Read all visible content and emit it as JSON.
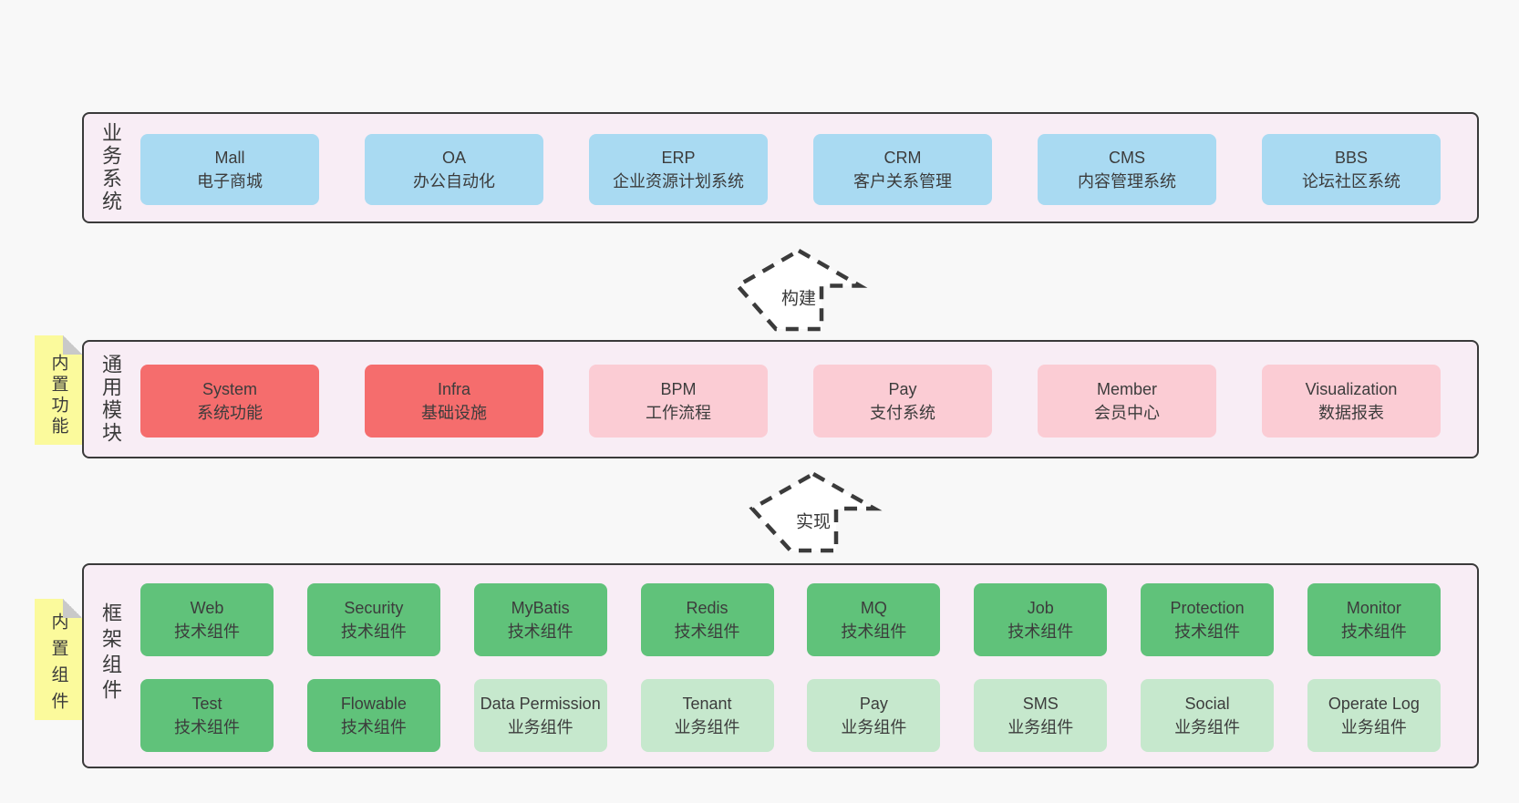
{
  "colors": {
    "page_bg": "#f8f8f8",
    "panel_bg": "#f8edf5",
    "panel_border": "#3a3a3a",
    "business_box": "#a9daf2",
    "core_module_box": "#f56d6d",
    "optional_module_box": "#fbccd4",
    "tech_component_box": "#60c27a",
    "biz_component_box": "#c6e8cd",
    "sticky_note": "#fbfa9c",
    "note_fold": "#c9c9c9",
    "arrow_stroke": "#3b3b3b"
  },
  "sections": {
    "business": {
      "label": "业务系统",
      "boxes": [
        {
          "name": "Mall",
          "desc": "电子商城"
        },
        {
          "name": "OA",
          "desc": "办公自动化"
        },
        {
          "name": "ERP",
          "desc": "企业资源计划系统"
        },
        {
          "name": "CRM",
          "desc": "客户关系管理"
        },
        {
          "name": "CMS",
          "desc": "内容管理系统"
        },
        {
          "name": "BBS",
          "desc": "论坛社区系统"
        }
      ]
    },
    "build_arrow": {
      "label": "构建"
    },
    "modules": {
      "tab": "内置功能",
      "label": "通用模块",
      "boxes": [
        {
          "name": "System",
          "desc": "系统功能"
        },
        {
          "name": "Infra",
          "desc": "基础设施"
        },
        {
          "name": "BPM",
          "desc": "工作流程"
        },
        {
          "name": "Pay",
          "desc": "支付系统"
        },
        {
          "name": "Member",
          "desc": "会员中心"
        },
        {
          "name": "Visualization",
          "desc": "数据报表"
        }
      ]
    },
    "implement_arrow": {
      "label": "实现"
    },
    "framework": {
      "tab": "内置组件",
      "label": "框架组件",
      "row1": [
        {
          "name": "Web",
          "desc": "技术组件"
        },
        {
          "name": "Security",
          "desc": "技术组件"
        },
        {
          "name": "MyBatis",
          "desc": "技术组件"
        },
        {
          "name": "Redis",
          "desc": "技术组件"
        },
        {
          "name": "MQ",
          "desc": "技术组件"
        },
        {
          "name": "Job",
          "desc": "技术组件"
        },
        {
          "name": "Protection",
          "desc": "技术组件"
        },
        {
          "name": "Monitor",
          "desc": "技术组件"
        }
      ],
      "row2": [
        {
          "name": "Test",
          "desc": "技术组件"
        },
        {
          "name": "Flowable",
          "desc": "技术组件"
        },
        {
          "name": "Data Permission",
          "desc": "业务组件"
        },
        {
          "name": "Tenant",
          "desc": "业务组件"
        },
        {
          "name": "Pay",
          "desc": "业务组件"
        },
        {
          "name": "SMS",
          "desc": "业务组件"
        },
        {
          "name": "Social",
          "desc": "业务组件"
        },
        {
          "name": "Operate Log",
          "desc": "业务组件"
        }
      ]
    }
  }
}
